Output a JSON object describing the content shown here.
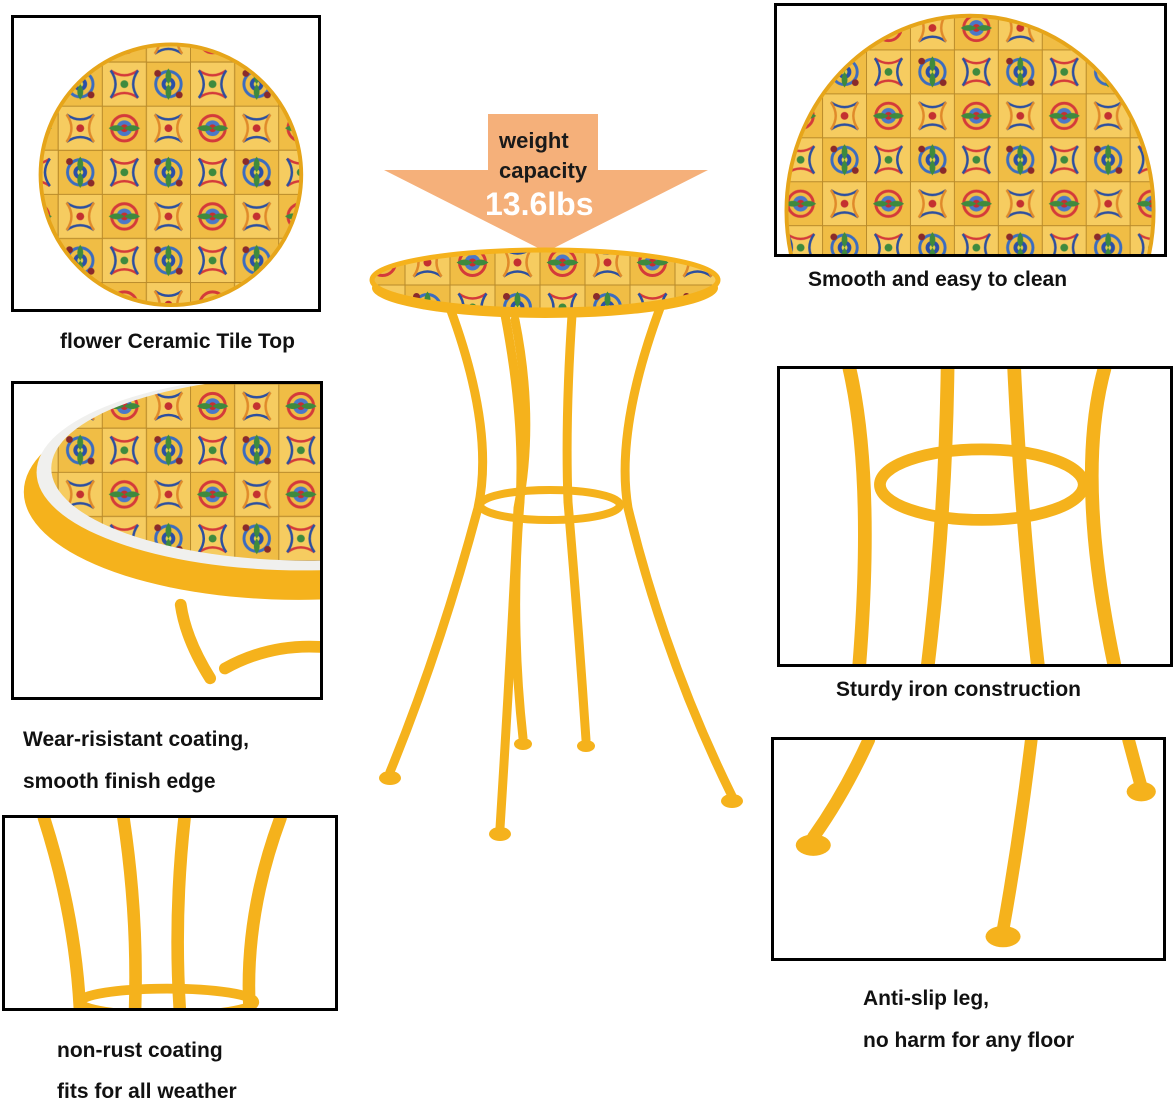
{
  "captions": {
    "tile_top": "flower Ceramic Tile Top",
    "clean": "Smooth and easy to clean",
    "coating_line1": "Wear-risistant coating,",
    "coating_line2": "smooth finish edge",
    "iron": "Sturdy iron construction",
    "antislip_line1": "Anti-slip leg,",
    "antislip_line2": "no harm for any floor",
    "rust_line1": "non-rust coating",
    "rust_line2": "fits for all weather"
  },
  "weight": {
    "label_line1": "weight",
    "label_line2": "capacity",
    "value": "13.6lbs"
  },
  "colors": {
    "frame_yellow": "#f5b21c",
    "arrow_orange": "#f5b07a",
    "tile_base": "#f2c14a"
  }
}
